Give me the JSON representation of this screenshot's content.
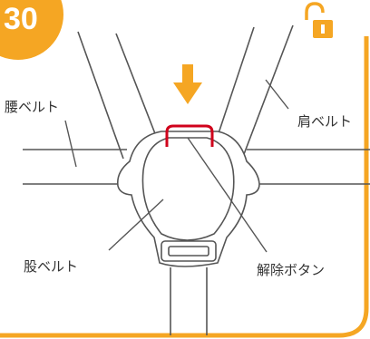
{
  "step": {
    "number": "30",
    "badge_color": "#F5A623"
  },
  "status_icon": {
    "name": "unlocked-padlock-icon",
    "color": "#F5A623"
  },
  "arrow": {
    "name": "arrow-down-icon",
    "color": "#F5A623"
  },
  "labels": {
    "waist_belt": "腰ベルト",
    "shoulder_belt": "肩ベルト",
    "crotch_belt": "股ベルト",
    "release_button": "解除ボタン"
  },
  "colors": {
    "accent": "#F5A623",
    "release_button": "#D0021B",
    "line": "#555555"
  }
}
